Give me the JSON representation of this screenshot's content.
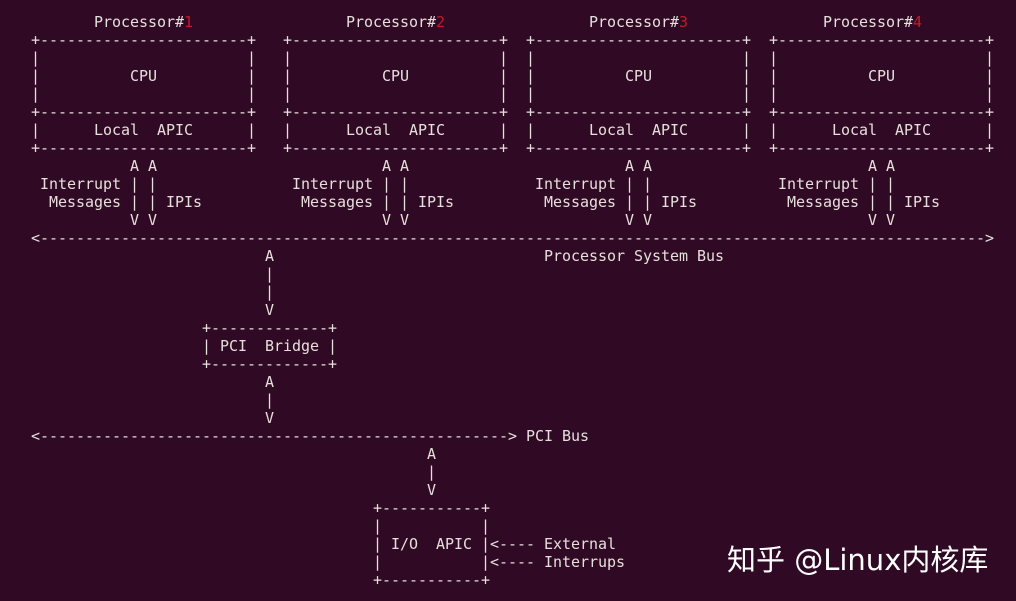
{
  "processors": [
    {
      "label": "Processor#",
      "number": "1",
      "cpu": "CPU",
      "apic": "Local  APIC",
      "col": 0,
      "label_col": 7
    },
    {
      "label": "Processor#",
      "number": "2",
      "cpu": "CPU",
      "apic": "Local  APIC",
      "col": 28,
      "label_col": 35
    },
    {
      "label": "Processor#",
      "number": "3",
      "cpu": "CPU",
      "apic": "Local  APIC",
      "col": 55,
      "label_col": 62
    },
    {
      "label": "Processor#",
      "number": "4",
      "cpu": "CPU",
      "apic": "Local  APIC",
      "col": 82,
      "label_col": 88
    }
  ],
  "links": {
    "interrupt": "Interrupt",
    "messages": "Messages",
    "ipis": "IPIs"
  },
  "processor_bus": {
    "label": "Processor System Bus"
  },
  "pci_bridge": {
    "label": "PCI  Bridge"
  },
  "pci_bus": {
    "label": "PCI Bus"
  },
  "io_apic": {
    "label": "I/O  APIC",
    "external_line1": "External",
    "external_line2": "Interrups"
  },
  "watermark": {
    "text": "知乎 @Linux内核库"
  },
  "colors": {
    "background": "#300a24",
    "text": "#e6e0dc",
    "accent_red": "#c01c28"
  }
}
